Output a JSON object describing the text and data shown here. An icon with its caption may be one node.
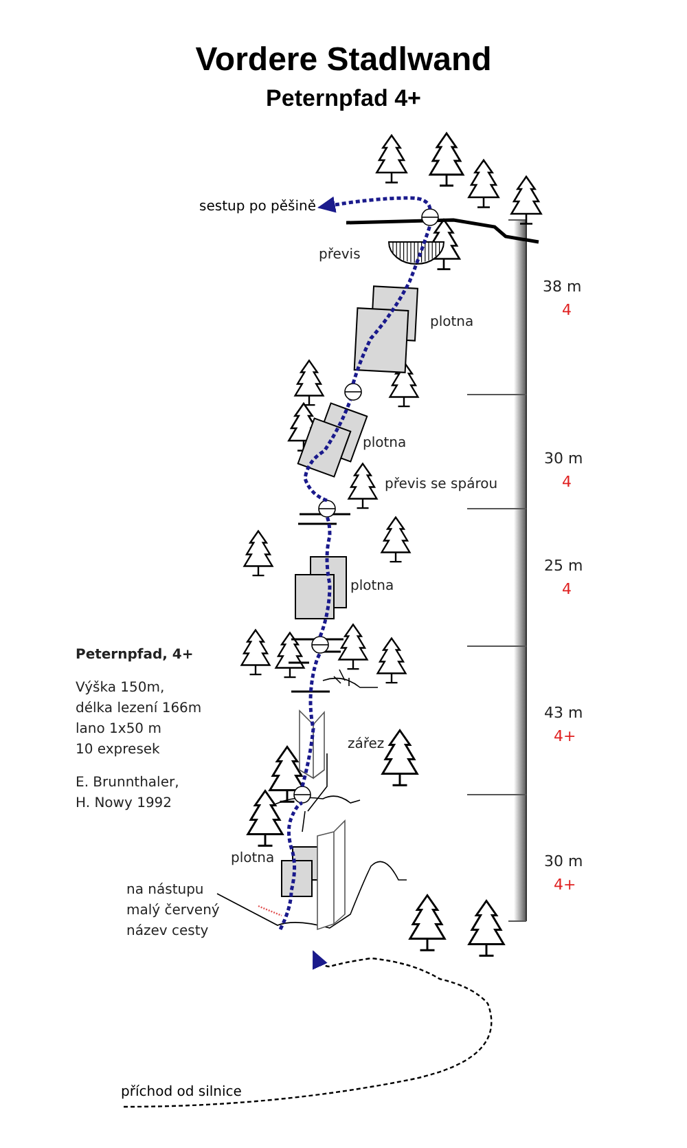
{
  "diagram": {
    "title": "Vordere Stadlwand",
    "nodes": [
      {
        "text": [
          "sestup po pěšině"
        ]
      },
      {
        "text": [
          "příchod od silnice"
        ]
      }
    ],
    "edges": [
      {
        "from": null,
        "to": 0,
        "arrow": "to",
        "style": "dashed",
        "color": "#1a1a8c"
      },
      {
        "from": 1,
        "to": null,
        "arrow": "to",
        "style": "dashed",
        "color": "#000000"
      }
    ],
    "labels": [
      "Peternpfad 4+",
      "převis",
      "38 m",
      "4",
      "plotna",
      "plotna",
      "30 m",
      "4",
      "převis se spárou",
      "25 m",
      "4",
      "plotna",
      "Peternpfad, 4+",
      "Výška 150m,",
      "délka lezení 166m",
      "lano 1x50 m",
      "10 expresek",
      "43 m",
      "4+",
      "zářez",
      "E. Brunnthaler,",
      "H. Nowy 1992",
      "plotna",
      "30 m",
      "4+",
      "na nástupu",
      "malý červený",
      "název cesty"
    ]
  }
}
